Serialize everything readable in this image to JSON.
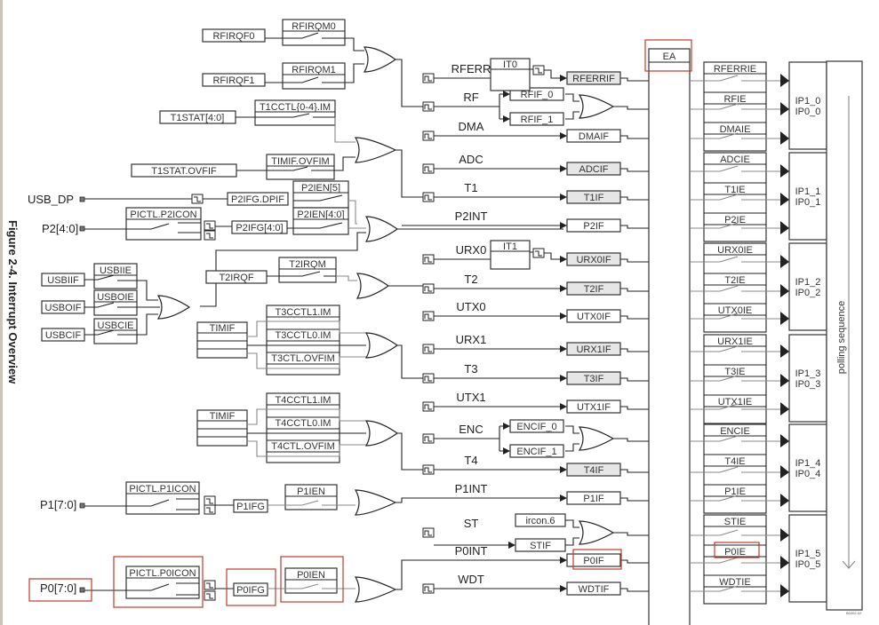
{
  "figure": {
    "title": "Figure 2-4. Interrupt Overview",
    "code": "B0302-02",
    "polling_label": "polling sequence",
    "global_enable": "EA"
  },
  "sources_left": {
    "rfirqf0": "RFIRQF0",
    "rfirqm0": "RFIRQM0",
    "rfirqf1": "RFIRQF1",
    "rfirqm1": "RFIRQM1",
    "t1stat": "T1STAT[4:0]",
    "t1cctl": "T1CCTL{0-4}.IM",
    "t1ovfif": "T1STAT.OVFIF",
    "timif_ovfim": "TIMIF.OVFIM",
    "usb_dp": "USB_DP",
    "p2ifg_dpif": "P2IFG.DPIF",
    "p2ien5": "P2IEN[5]",
    "p2": "P2[4:0]",
    "picctl_p2icon": "PICTL.P2ICON",
    "p2ifg": "P2IFG[4:0]",
    "p2ien40": "P2IEN[4:0]",
    "usbiif": "USBIIF",
    "usbiie": "USBIIE",
    "usboif": "USBOIF",
    "usboie": "USBOIE",
    "usbcif": "USBCIF",
    "usbcie": "USBCIE",
    "t2irqf": "T2IRQF",
    "t2irqm": "T2IRQM",
    "timif3": "TIMIF",
    "t3cctl1": "T3CCTL1.IM",
    "t3cctl0": "T3CCTL0.IM",
    "t3ctl_ovfim": "T3CTL.OVFIM",
    "timif4": "TIMIF",
    "t4cctl1": "T4CCTL1.IM",
    "t4cctl0": "T4CCTL0.IM",
    "t4ctl_ovfim": "T4CTL.OVFIM",
    "p1": "P1[7:0]",
    "picctl_p1icon": "PICTL.P1ICON",
    "p1ifg": "P1IFG",
    "p1ien": "P1IEN",
    "p0": "P0[7:0]",
    "picctl_p0icon": "PICTL.P0ICON",
    "p0ifg": "P0IFG",
    "p0ien": "P0IEN"
  },
  "it": {
    "it0": "IT0",
    "it1": "IT1"
  },
  "sources": [
    {
      "name": "RFERR",
      "flag": "RFERRIF",
      "enable": "RFERRIE"
    },
    {
      "name": "RF",
      "flag_a": "RFIF_0",
      "flag_b": "RFIF_1",
      "enable": "RFIE"
    },
    {
      "name": "DMA",
      "flag": "DMAIF",
      "enable": "DMAIE"
    },
    {
      "name": "ADC",
      "flag": "ADCIF",
      "enable": "ADCIE"
    },
    {
      "name": "T1",
      "flag": "T1IF",
      "enable": "T1IE"
    },
    {
      "name": "P2INT",
      "flag": "P2IF",
      "enable": "P2IE"
    },
    {
      "name": "URX0",
      "flag": "URX0IF",
      "enable": "URX0IE"
    },
    {
      "name": "T2",
      "flag": "T2IF",
      "enable": "T2IE"
    },
    {
      "name": "UTX0",
      "flag": "UTX0IF",
      "enable": "UTX0IE"
    },
    {
      "name": "URX1",
      "flag": "URX1IF",
      "enable": "URX1IE"
    },
    {
      "name": "T3",
      "flag": "T3IF",
      "enable": "T3IE"
    },
    {
      "name": "UTX1",
      "flag": "UTX1IF",
      "enable": "UTX1IE"
    },
    {
      "name": "ENC",
      "flag_a": "ENCIF_0",
      "flag_b": "ENCIF_1",
      "enable": "ENCIE"
    },
    {
      "name": "T4",
      "flag": "T4IF",
      "enable": "T4IE"
    },
    {
      "name": "P1INT",
      "flag": "P1IF",
      "enable": "P1IE"
    },
    {
      "name": "ST",
      "flag_a": "ircon.6",
      "flag_b": "STIF",
      "enable": "STIE"
    },
    {
      "name": "P0INT",
      "flag": "P0IF",
      "enable": "P0IE"
    },
    {
      "name": "WDT",
      "flag": "WDTIF",
      "enable": "WDTIE"
    }
  ],
  "priority_groups": [
    {
      "l1": "IP1_0",
      "l2": "IP0_0"
    },
    {
      "l1": "IP1_1",
      "l2": "IP0_1"
    },
    {
      "l1": "IP1_2",
      "l2": "IP0_2"
    },
    {
      "l1": "IP1_3",
      "l2": "IP0_3"
    },
    {
      "l1": "IP1_4",
      "l2": "IP0_4"
    },
    {
      "l1": "IP1_5",
      "l2": "IP0_5"
    }
  ]
}
